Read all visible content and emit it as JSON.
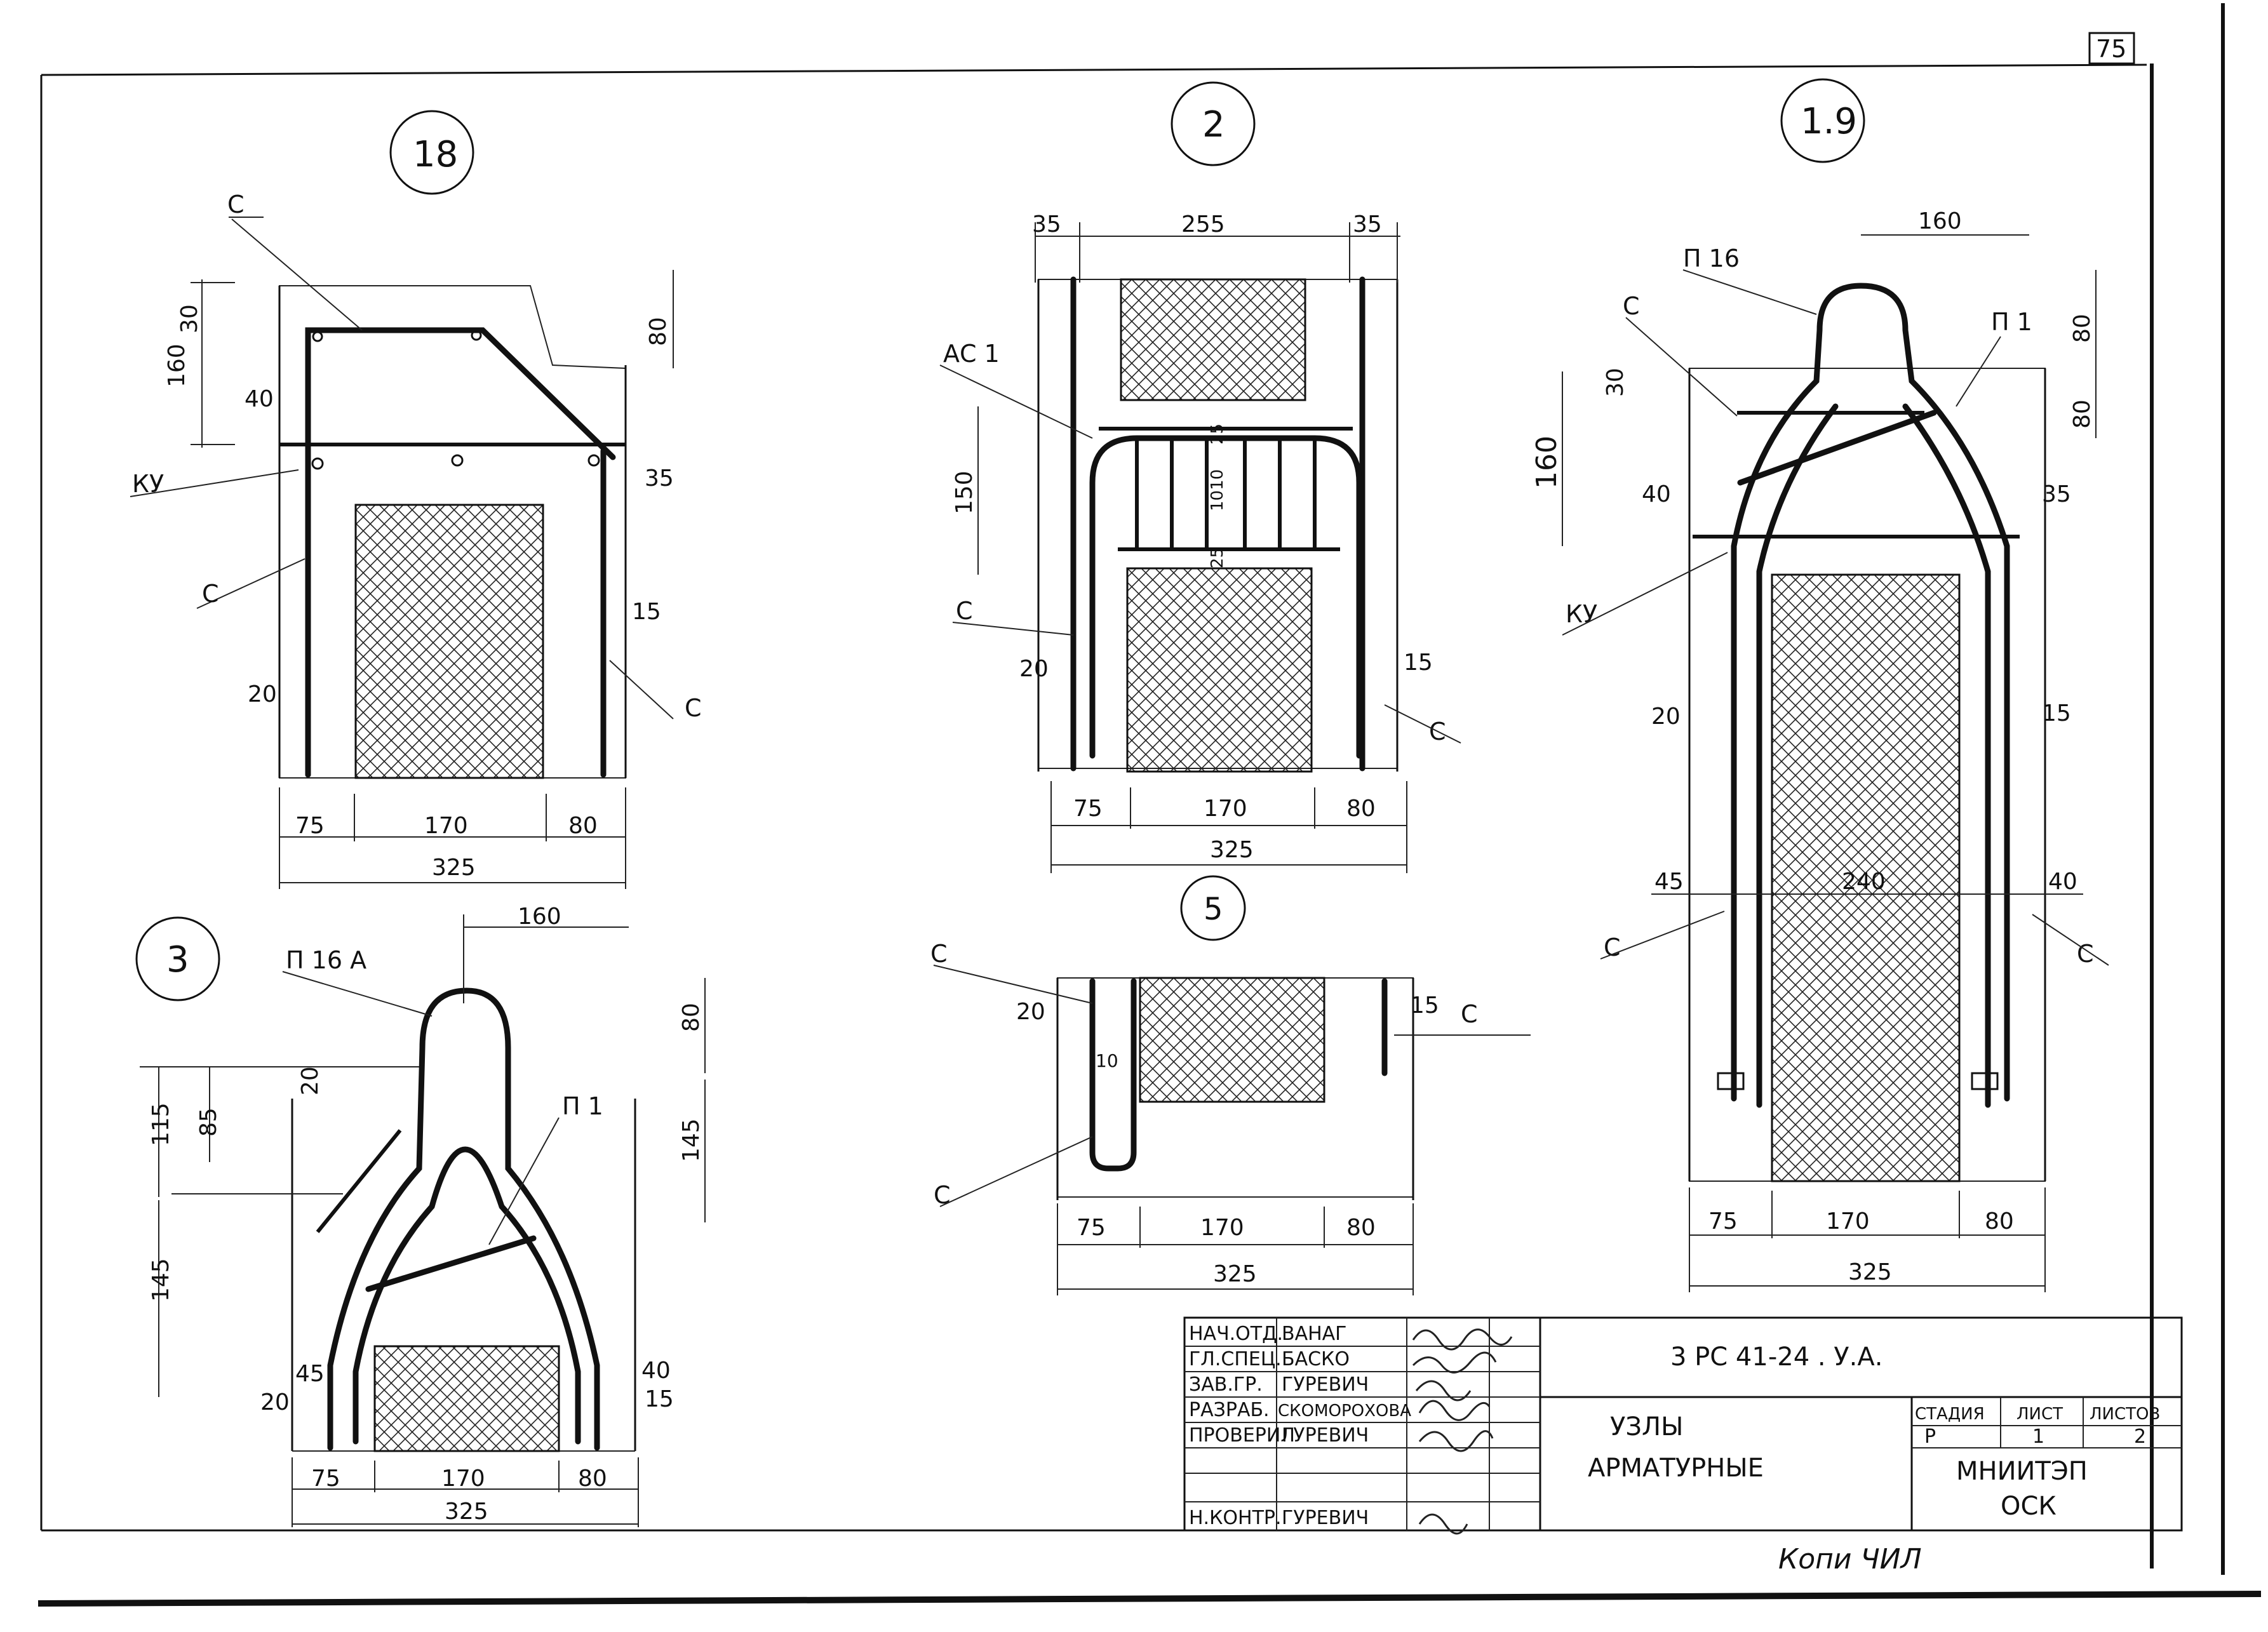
{
  "sheet_number": "75",
  "node_ids": [
    "18",
    "2",
    "1.9",
    "3",
    "5"
  ],
  "rebar_marks": {
    "c": "С",
    "ky": "КУ",
    "ac1": "АС 1",
    "p16": "П 16",
    "p16a": "П 16 А",
    "p1": "П 1"
  },
  "dims": {
    "d18": [
      "30",
      "160",
      "40",
      "80",
      "35",
      "15",
      "20",
      "75",
      "170",
      "80",
      "325"
    ],
    "d2": [
      "35",
      "255",
      "35",
      "150",
      "25",
      "1010",
      "25",
      "20",
      "15",
      "75",
      "170",
      "80",
      "325"
    ],
    "d19": [
      "160",
      "80",
      "30",
      "160",
      "40",
      "35",
      "80",
      "20",
      "15",
      "45",
      "240",
      "40",
      "75",
      "170",
      "80",
      "325"
    ],
    "d3": [
      "160",
      "80",
      "20",
      "115",
      "85",
      "145",
      "145",
      "45",
      "20",
      "40",
      "15",
      "75",
      "170",
      "80",
      "325"
    ],
    "d5": [
      "20",
      "10",
      "15",
      "75",
      "170",
      "80",
      "325"
    ]
  },
  "title_block": {
    "roles": [
      "НАЧ.ОТД.",
      "ГЛ.СПЕЦ.",
      "ЗАВ.ГР.",
      "РАЗРАБ.",
      "ПРОВЕРИЛ",
      "",
      "Н.КОНТР."
    ],
    "names": [
      "ВАНАГ",
      "БАСКО",
      "ГУРЕВИЧ",
      "СКОМОРОХОВА",
      "ГУРЕВИЧ",
      "",
      "ГУРЕВИЧ"
    ],
    "doc_code": "3 РС 41-24 . У.А.",
    "title_line1": "УЗЛЫ",
    "title_line2": "АРМАТУРНЫЕ",
    "stage_header": "СТАДИЯ",
    "sheet_header": "ЛИСТ",
    "sheets_header": "ЛИСТОВ",
    "stage_value": "Р",
    "sheet_value": "1",
    "sheets_value": "2",
    "org_line1": "МНИИТЭП",
    "org_line2": "ОСК"
  },
  "handwritten_note": "Копи ЧИЛ",
  "colors": {
    "ink": "#111111",
    "paper": "#ffffff"
  }
}
